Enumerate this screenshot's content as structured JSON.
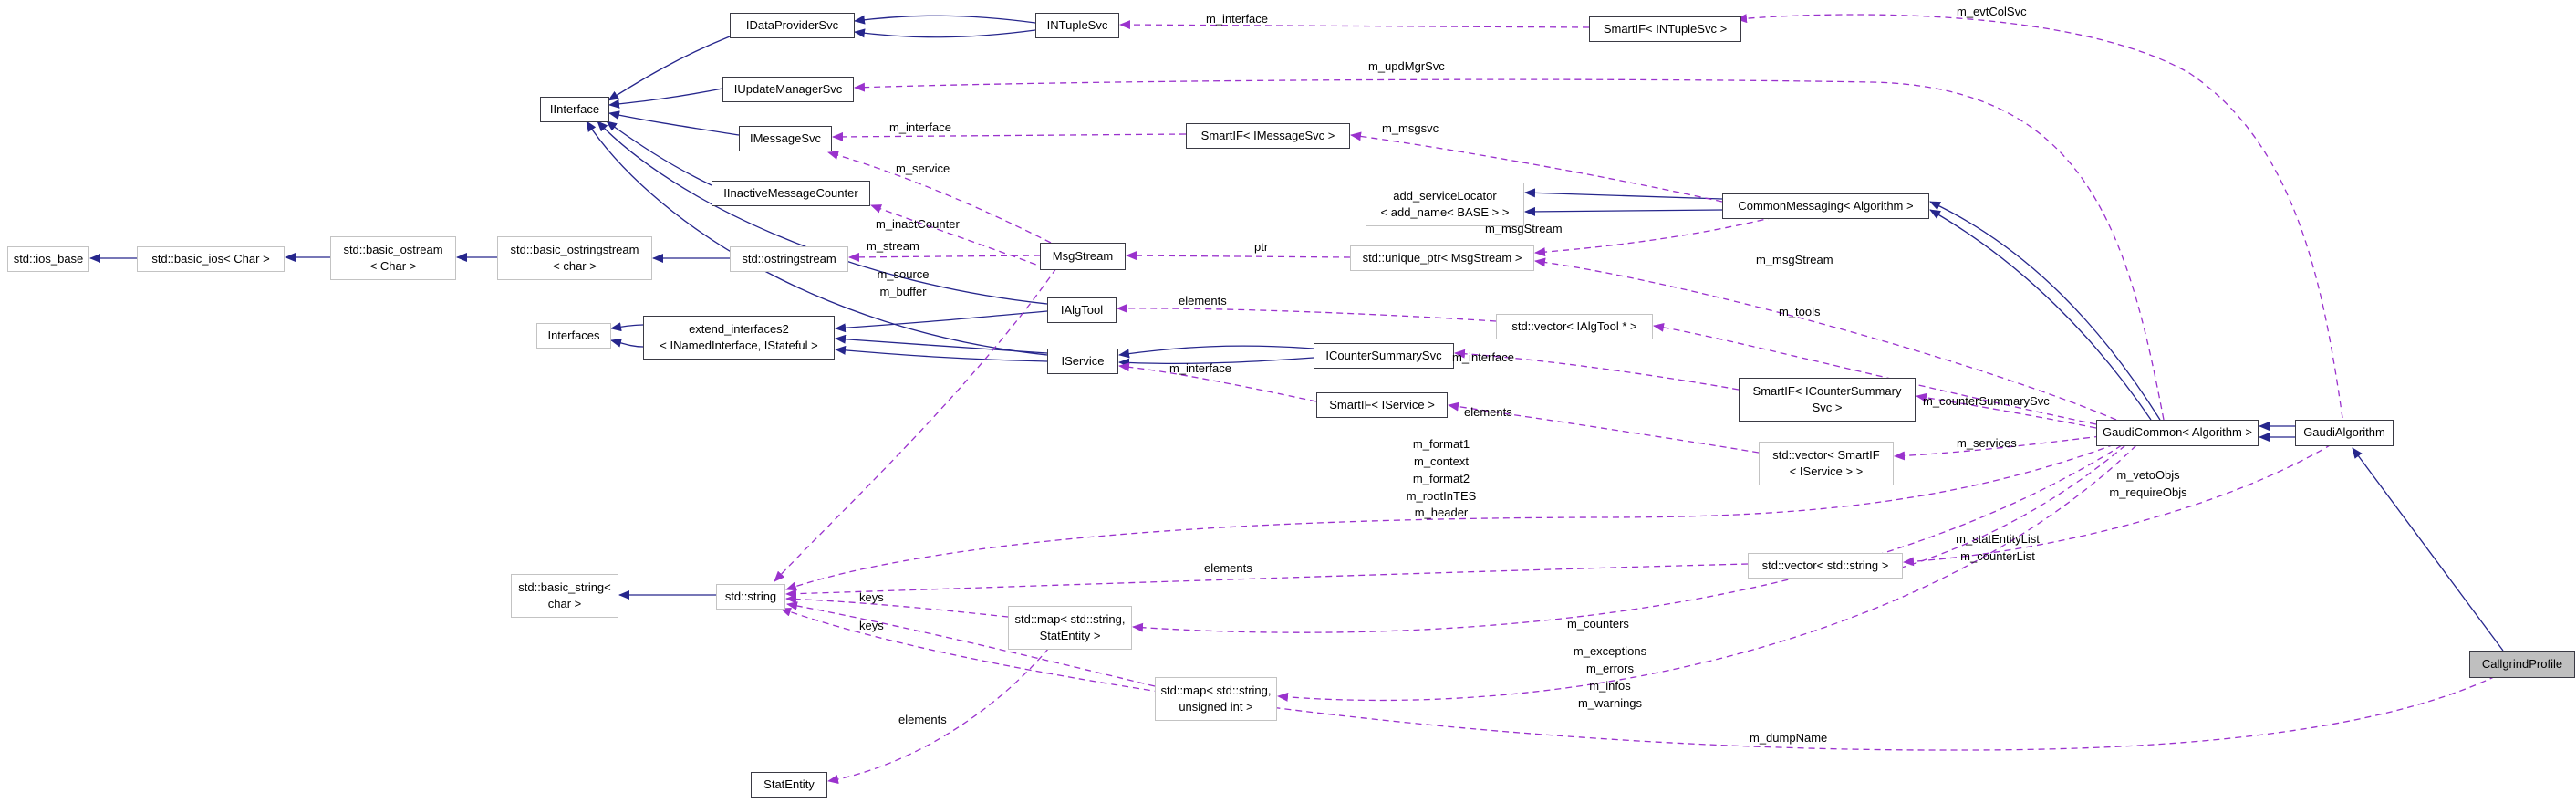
{
  "diagram": {
    "type": "doxygen-collaboration-graph",
    "focus_class": "CallgrindProfile",
    "colors": {
      "inheritance_edge": "#26268c",
      "usage_edge": "#9a32cd",
      "node_fill": "#ffffff",
      "focus_node_fill": "#bfbfbf",
      "class_border": "#3a3a44",
      "external_border": "#c3c3c3",
      "background": "#ffffff"
    }
  },
  "nodes": {
    "idataprovidersvc": {
      "lines": [
        "IDataProviderSvc"
      ]
    },
    "intuplesvc": {
      "lines": [
        "INTupleSvc"
      ]
    },
    "smartif_intuplesvc": {
      "lines": [
        "SmartIF< INTupleSvc >"
      ]
    },
    "iupdatemanagersvc": {
      "lines": [
        "IUpdateManagerSvc"
      ]
    },
    "iinterface": {
      "lines": [
        "IInterface"
      ]
    },
    "imessagesvc": {
      "lines": [
        "IMessageSvc"
      ]
    },
    "smartif_imessagesvc": {
      "lines": [
        "SmartIF< IMessageSvc >"
      ]
    },
    "iinactivemessagecounter": {
      "lines": [
        "IInactiveMessageCounter"
      ]
    },
    "add_servicelocator": {
      "lines": [
        "add_serviceLocator",
        "< add_name< BASE > >"
      ]
    },
    "commonmessaging": {
      "lines": [
        "CommonMessaging< Algorithm >"
      ]
    },
    "ios_base": {
      "lines": [
        "std::ios_base"
      ]
    },
    "basic_ios": {
      "lines": [
        "std::basic_ios< Char >"
      ]
    },
    "basic_ostream": {
      "lines": [
        "std::basic_ostream",
        "< Char >"
      ]
    },
    "basic_ostringstream": {
      "lines": [
        "std::basic_ostringstream",
        "< char >"
      ]
    },
    "ostringstream": {
      "lines": [
        "std::ostringstream"
      ]
    },
    "msgstream": {
      "lines": [
        "MsgStream"
      ]
    },
    "unique_ptr": {
      "lines": [
        "std::unique_ptr< MsgStream >"
      ]
    },
    "ialgtool": {
      "lines": [
        "IAlgTool"
      ]
    },
    "vector_ialgtool": {
      "lines": [
        "std::vector< IAlgTool * >"
      ]
    },
    "interfaces": {
      "lines": [
        "Interfaces"
      ]
    },
    "extend_interfaces2": {
      "lines": [
        "extend_interfaces2",
        "< INamedInterface, IStateful >"
      ]
    },
    "iservice": {
      "lines": [
        "IService"
      ]
    },
    "icountersummarysvc": {
      "lines": [
        "ICounterSummarySvc"
      ]
    },
    "smartif_iservice": {
      "lines": [
        "SmartIF< IService >"
      ]
    },
    "smartif_icountersummarysvc": {
      "lines": [
        "SmartIF< ICounterSummary",
        "Svc >"
      ]
    },
    "vector_smartif_iservice": {
      "lines": [
        "std::vector< SmartIF",
        "< IService > >"
      ]
    },
    "gaudicommon": {
      "lines": [
        "GaudiCommon< Algorithm >"
      ]
    },
    "gaudialgorithm": {
      "lines": [
        "GaudiAlgorithm"
      ]
    },
    "vector_string": {
      "lines": [
        "std::vector< std::string >"
      ]
    },
    "basic_string": {
      "lines": [
        "std::basic_string<",
        "char >"
      ]
    },
    "string": {
      "lines": [
        "std::string"
      ]
    },
    "map_statentity": {
      "lines": [
        "std::map< std::string,",
        "StatEntity >"
      ]
    },
    "map_uint": {
      "lines": [
        "std::map< std::string,",
        "unsigned int >"
      ]
    },
    "statentity": {
      "lines": [
        "StatEntity"
      ]
    },
    "callgrindprofile": {
      "lines": [
        "CallgrindProfile"
      ]
    }
  },
  "labels": {
    "evtcolsvc": {
      "lines": [
        "m_evtColSvc"
      ]
    },
    "interface_top": {
      "lines": [
        "m_interface"
      ]
    },
    "updmgrsvc": {
      "lines": [
        "m_updMgrSvc"
      ]
    },
    "interface_imsg": {
      "lines": [
        "m_interface"
      ]
    },
    "msgsvc": {
      "lines": [
        "m_msgsvc"
      ]
    },
    "service": {
      "lines": [
        "m_service"
      ]
    },
    "inactcounter": {
      "lines": [
        "m_inactCounter"
      ]
    },
    "msgstream1": {
      "lines": [
        "m_msgStream"
      ]
    },
    "msgstream2": {
      "lines": [
        "m_msgStream"
      ]
    },
    "stream": {
      "lines": [
        "m_stream"
      ]
    },
    "ptr": {
      "lines": [
        "ptr"
      ]
    },
    "source_buffer": {
      "lines": [
        "m_source",
        "m_buffer"
      ]
    },
    "elements_algtool": {
      "lines": [
        "elements"
      ]
    },
    "tools": {
      "lines": [
        "m_tools"
      ]
    },
    "interface_css": {
      "lines": [
        "m_interface"
      ]
    },
    "interface_isvc": {
      "lines": [
        "m_interface"
      ]
    },
    "countersummarysvc": {
      "lines": [
        "m_counterSummarySvc"
      ]
    },
    "elements_smartif": {
      "lines": [
        "elements"
      ]
    },
    "services": {
      "lines": [
        "m_services"
      ]
    },
    "formats": {
      "lines": [
        "m_format1",
        "m_context",
        "m_format2",
        "m_rootInTES",
        "m_header"
      ]
    },
    "veto_require": {
      "lines": [
        "m_vetoObjs",
        "m_requireObjs"
      ]
    },
    "statentity_counter": {
      "lines": [
        "m_statEntityList",
        "m_counterList"
      ]
    },
    "elements_vecstring": {
      "lines": [
        "elements"
      ]
    },
    "keys1": {
      "lines": [
        "keys"
      ]
    },
    "keys2": {
      "lines": [
        "keys"
      ]
    },
    "counters": {
      "lines": [
        "m_counters"
      ]
    },
    "exceptions": {
      "lines": [
        "m_exceptions",
        "m_errors",
        "m_infos",
        "m_warnings"
      ]
    },
    "elements_statentity": {
      "lines": [
        "elements"
      ]
    },
    "dumpname": {
      "lines": [
        "m_dumpName"
      ]
    }
  }
}
